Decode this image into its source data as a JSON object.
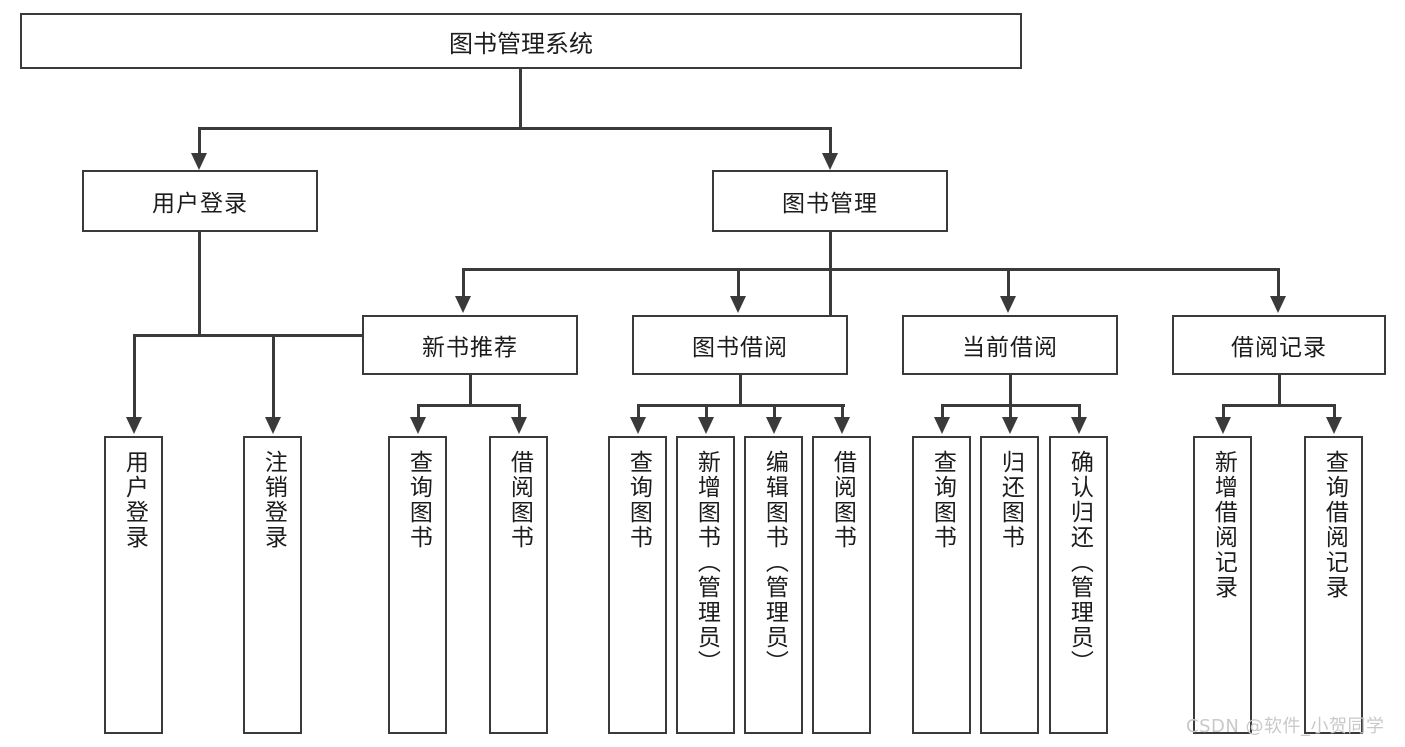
{
  "diagram": {
    "type": "hierarchy-tree",
    "title": "图书管理系统",
    "watermark": "CSDN @软件_小贺同学",
    "colors": {
      "box_border": "#3a3a3a",
      "box_fill": "#ffffff",
      "line": "#3a3a3a",
      "text": "#1c1c1c",
      "watermark": "#c9c9c9",
      "background": "#ffffff"
    }
  },
  "nodes": {
    "root": {
      "label": "图书管理系统"
    },
    "level2": [
      {
        "label": "用户登录"
      },
      {
        "label": "图书管理"
      }
    ],
    "level3": [
      {
        "label": "新书推荐"
      },
      {
        "label": "图书借阅"
      },
      {
        "label": "当前借阅"
      },
      {
        "label": "借阅记录"
      }
    ],
    "leaves": {
      "user_login": [
        {
          "label": "用户登录"
        },
        {
          "label": "注销登录"
        }
      ],
      "new_book_recommend": [
        {
          "label": "查询图书"
        },
        {
          "label": "借阅图书"
        }
      ],
      "book_borrow": [
        {
          "label": "查询图书"
        },
        {
          "label": "新增图书（管理员）"
        },
        {
          "label": "编辑图书（管理员）"
        },
        {
          "label": "借阅图书"
        }
      ],
      "current_borrow": [
        {
          "label": "查询图书"
        },
        {
          "label": "归还图书"
        },
        {
          "label": "确认归还（管理员）"
        }
      ],
      "borrow_records": [
        {
          "label": "新增借阅记录"
        },
        {
          "label": "查询借阅记录"
        }
      ]
    }
  }
}
